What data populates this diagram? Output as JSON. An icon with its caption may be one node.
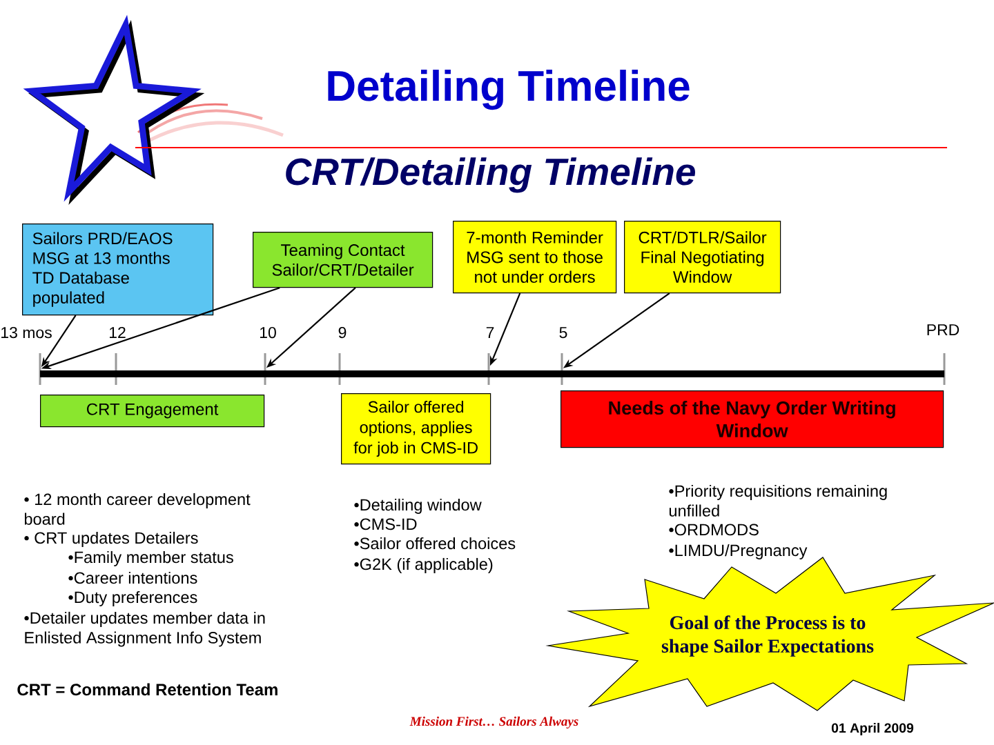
{
  "diagram": {
    "title": "Detailing Timeline",
    "nodes": [
      {
        "text": [
          "Sailors PRD/EAOS MSG at 13 months TD Database populated"
        ]
      },
      {
        "text": [
          "Teaming Contact Sailor/CRT/Detailer"
        ]
      },
      {
        "text": [
          "7-month Reminder MSG sent to those not under orders"
        ]
      },
      {
        "text": [
          "CRT/DTLR/Sailor Final Negotiating Window"
        ]
      },
      {
        "text": [],
        "shape": "bar"
      },
      {
        "text": [],
        "shape": "bar",
        "beside": [
          "13 mos"
        ]
      },
      {
        "text": [],
        "shape": "bar",
        "beside": [
          "12"
        ]
      },
      {
        "text": [],
        "shape": "bar",
        "beside": [
          "10"
        ]
      },
      {
        "text": [],
        "shape": "bar",
        "beside": [
          "9"
        ]
      },
      {
        "text": [],
        "shape": "bar",
        "beside": [
          "7"
        ]
      },
      {
        "text": [],
        "shape": "bar",
        "beside": [
          "5"
        ]
      },
      {
        "text": [],
        "shape": "bar",
        "beside": [
          "PRD"
        ]
      },
      {
        "text": [
          "CRT Engagement"
        ]
      },
      {
        "text": [
          "Sailor offered options, applies for job in CMS-ID"
        ]
      },
      {
        "text": [
          "Needs of the Navy Order Writing Window"
        ]
      },
      {
        "text": [
          "Goal of the Process is to shape Sailor Expectations"
        ]
      }
    ],
    "edges": [
      {
        "from": 0,
        "to": 5,
        "arrow": "to"
      },
      {
        "from": 1,
        "to": 5,
        "arrow": "to"
      },
      {
        "from": 1,
        "to": 7,
        "arrow": "to"
      },
      {
        "from": 2,
        "to": 9,
        "arrow": "to"
      },
      {
        "from": 3,
        "to": 10,
        "arrow": "to"
      }
    ],
    "labels": [
      "CRT/Detailing Timeline",
      "• 12 month career development board",
      "• CRT updates Detailers",
      "•Family member status",
      "•Career intentions",
      "•Duty preferences",
      "•Detailer updates member data in Enlisted Assignment Info System",
      "•Detailing window",
      "•CMS-ID",
      "•Sailor offered choices",
      "•G2K (if applicable)",
      "•Priority requisitions remaining unfilled",
      "•ORDMODS",
      "•LIMDU/Pregnancy",
      "CRT = Command Retention Team",
      "Mission First… Sailors Always",
      "01 April 2009"
    ]
  }
}
